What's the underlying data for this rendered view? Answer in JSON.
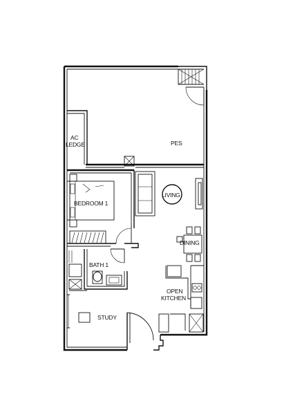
{
  "rooms": {
    "ac_ledge_line1": "AC",
    "ac_ledge_line2": "LEDGE",
    "pes": "PES",
    "bedroom": "BEDROOM 1",
    "living": "LIVING",
    "dining": "DINING",
    "bath": "BATH 1",
    "kitchen_line1": "OPEN",
    "kitchen_line2": "KITCHEN",
    "study": "STUDY"
  }
}
